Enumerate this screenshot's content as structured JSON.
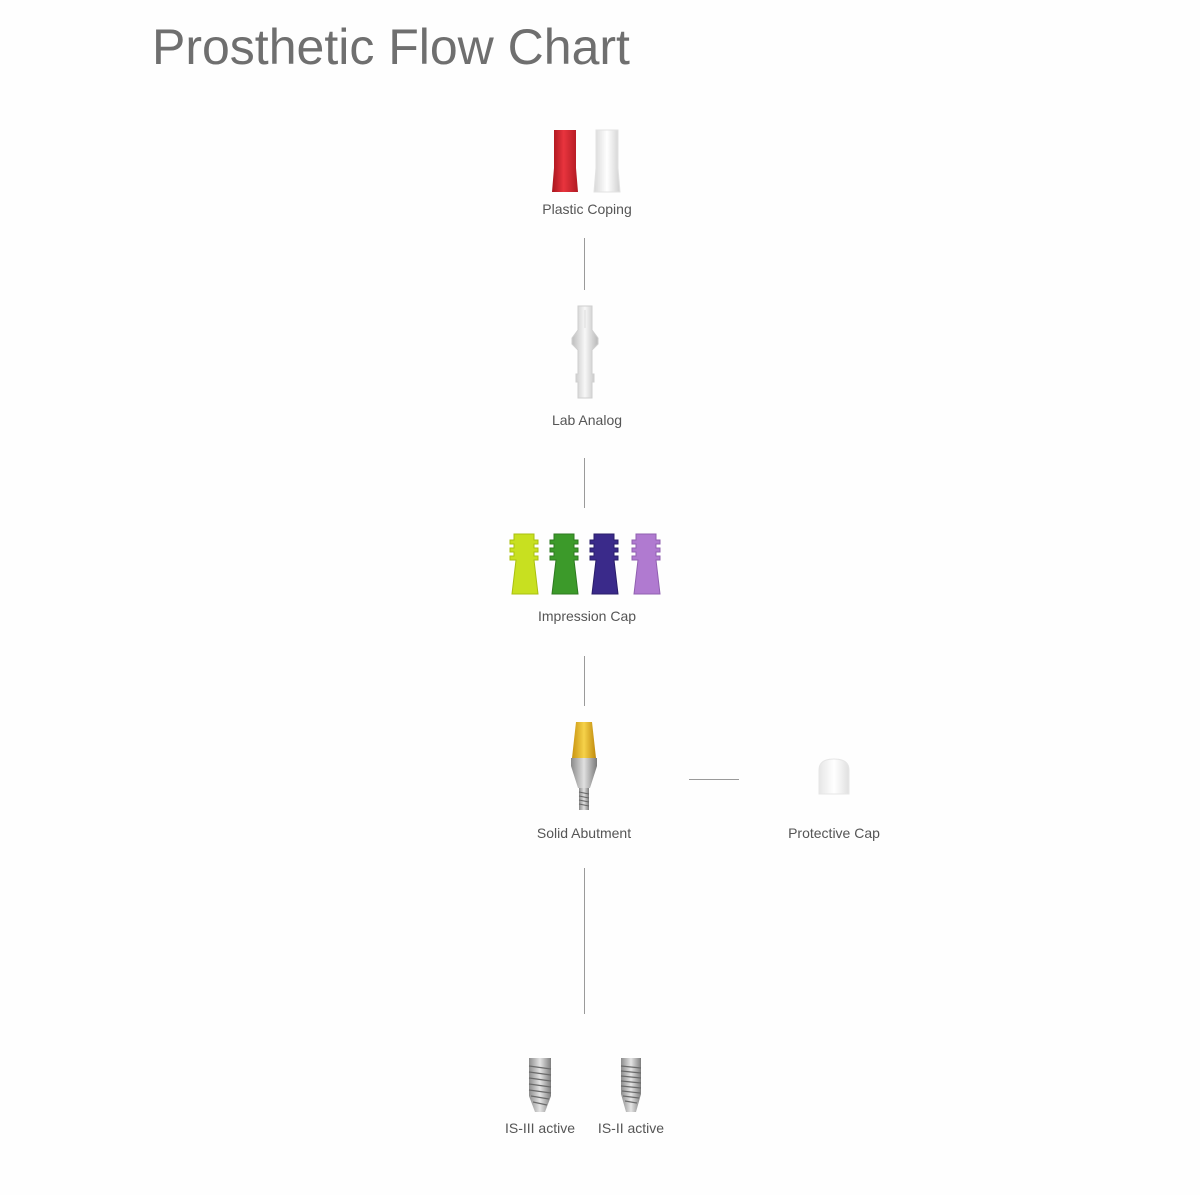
{
  "title": "Prosthetic Flow Chart",
  "nodes": {
    "plastic_coping": "Plastic Coping",
    "lab_analog": "Lab Analog",
    "impression_cap": "Impression Cap",
    "solid_abutment": "Solid Abutment",
    "protective_cap": "Protective Cap",
    "is3_active": "IS-III active",
    "is2_active": "IS-II active"
  },
  "colors": {
    "coping_red": "#d8232e",
    "coping_white": "#f2f2f2",
    "cap_yellow": "#c8e020",
    "cap_green": "#3c9a2a",
    "cap_navy": "#3a2a8a",
    "cap_violet": "#b07ad0",
    "abutment_gold": "#e5b82a",
    "connector": "#9a9a9a"
  }
}
